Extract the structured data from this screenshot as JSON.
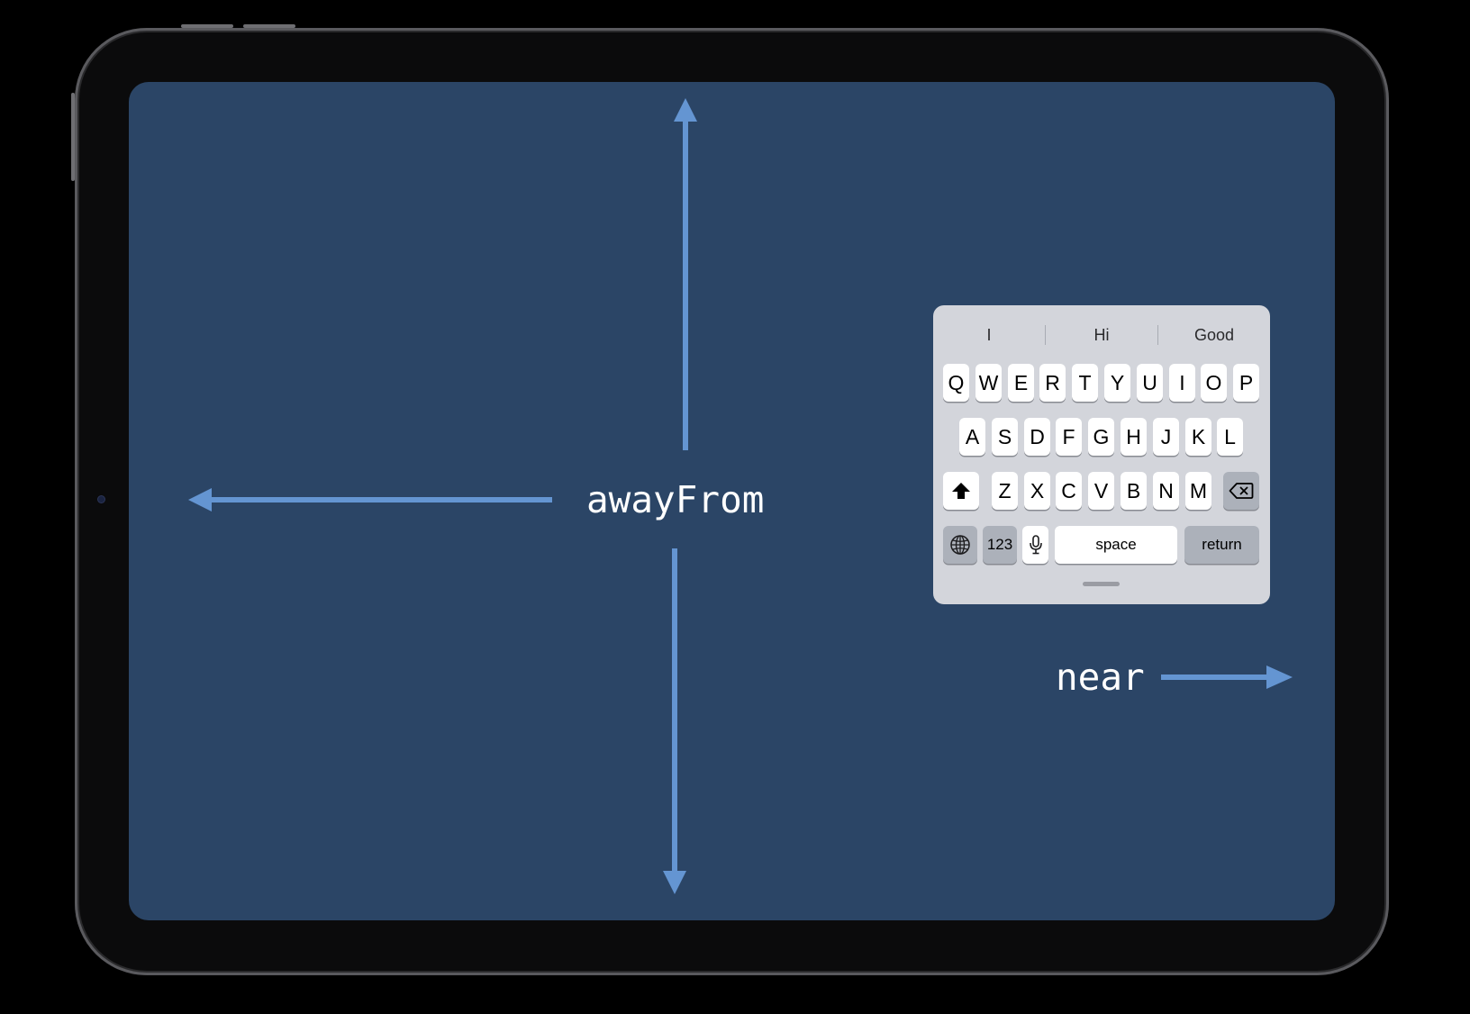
{
  "labels": {
    "away": "awayFrom",
    "near": "near"
  },
  "colors": {
    "screen": "#2b4566",
    "arrow": "#6495d2",
    "keyboard": "#d3d5db"
  },
  "keyboard": {
    "suggestions": [
      "I",
      "Hi",
      "Good"
    ],
    "row1": [
      "Q",
      "W",
      "E",
      "R",
      "T",
      "Y",
      "U",
      "I",
      "O",
      "P"
    ],
    "row2": [
      "A",
      "S",
      "D",
      "F",
      "G",
      "H",
      "J",
      "K",
      "L"
    ],
    "row3": [
      "Z",
      "X",
      "C",
      "V",
      "B",
      "N",
      "M"
    ],
    "keys": {
      "numbers": "123",
      "space": "space",
      "return": "return"
    },
    "icons": {
      "shift": "shift-icon",
      "delete": "delete-icon",
      "globe": "globe-icon",
      "mic": "mic-icon"
    }
  }
}
